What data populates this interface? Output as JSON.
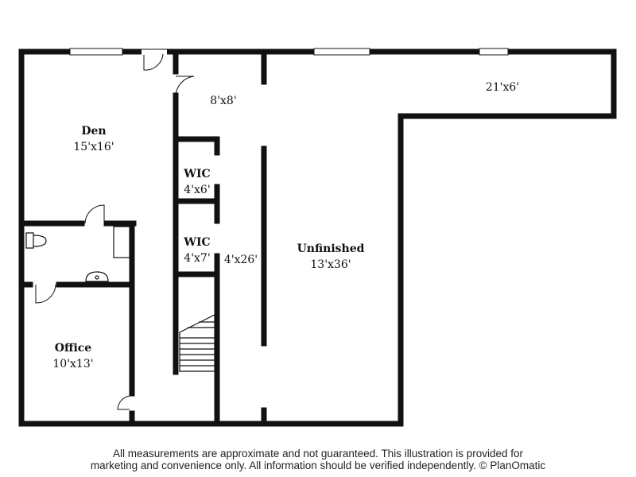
{
  "rooms": [
    {
      "name": "Den",
      "dims": "15'x16'"
    },
    {
      "name": "",
      "dims": "8'x8'"
    },
    {
      "name": "",
      "dims": "21'x6'"
    },
    {
      "name": "WIC",
      "dims": "4'x6'"
    },
    {
      "name": "WIC",
      "dims": "4'x7'"
    },
    {
      "name": "",
      "dims": "4'x26'"
    },
    {
      "name": "Unfinished",
      "dims": "13'x36'"
    },
    {
      "name": "Office",
      "dims": "10'x13'"
    }
  ],
  "disclaimer": {
    "line1": "All measurements are approximate and not guaranteed. This illustration is provided for",
    "line2": "marketing and convenience only. All information should be verified independently. © PlanOmatic"
  }
}
